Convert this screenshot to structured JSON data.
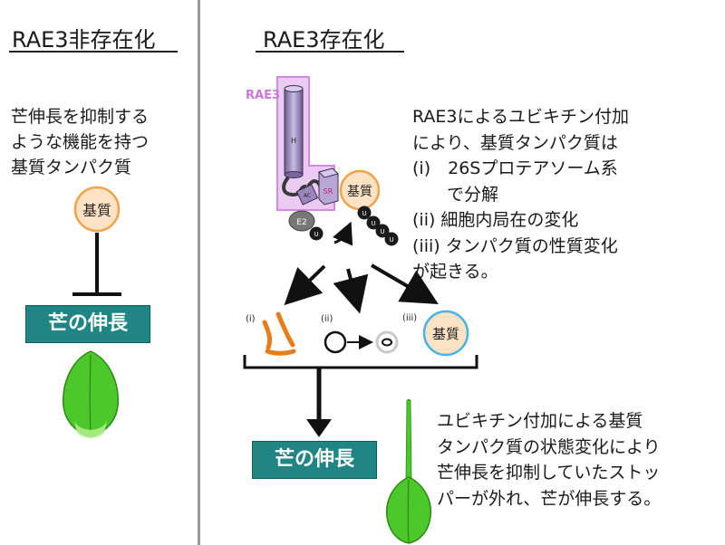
{
  "left_panel": {
    "heading": "RAE3非存在化",
    "description_lines": [
      "芒伸長を抑制する",
      "ような機能を持つ",
      "基質タンパク質"
    ],
    "substrate_label": "基質",
    "result_label": "芒の伸長"
  },
  "right_panel": {
    "heading": "RAE3存在化",
    "protein": {
      "name": "RAE3",
      "domain_h": "H",
      "domain_sr": "SR",
      "domain_ac": "AC",
      "e2_label": "E2",
      "ub_label": "U"
    },
    "substrate_label": "基質",
    "explanation_lines": [
      "RAE3によるユビキチン付加",
      "により、基質タンパク質は",
      "(i)　26Sプロテアソーム系",
      "　　で分解",
      "(ii)  細胞内局在の変化",
      "(iii) タンパク質の性質変化",
      "が起きる。"
    ],
    "outcome_markers": [
      "(i)",
      "(ii)",
      "(iii)"
    ],
    "outcome_substrate_label": "基質",
    "result_label": "芒の伸長",
    "conclusion_lines": [
      "ユビキチン付加による基質",
      "タンパク質の状態変化により",
      "芒伸長を抑制していたストッ",
      "パーが外れ、芒が伸長する。"
    ]
  },
  "colors": {
    "banner_bg": "#1f8585",
    "substrate_fill": "#fde3c4",
    "substrate_border": "#f0a34a",
    "rae3_highlight": "#cc77dd",
    "protein_body": "#9a86b8",
    "grain_green": "#4cc82a",
    "degraded_orange": "#e87d1e",
    "outcome_substrate_border": "#45b3e6"
  }
}
